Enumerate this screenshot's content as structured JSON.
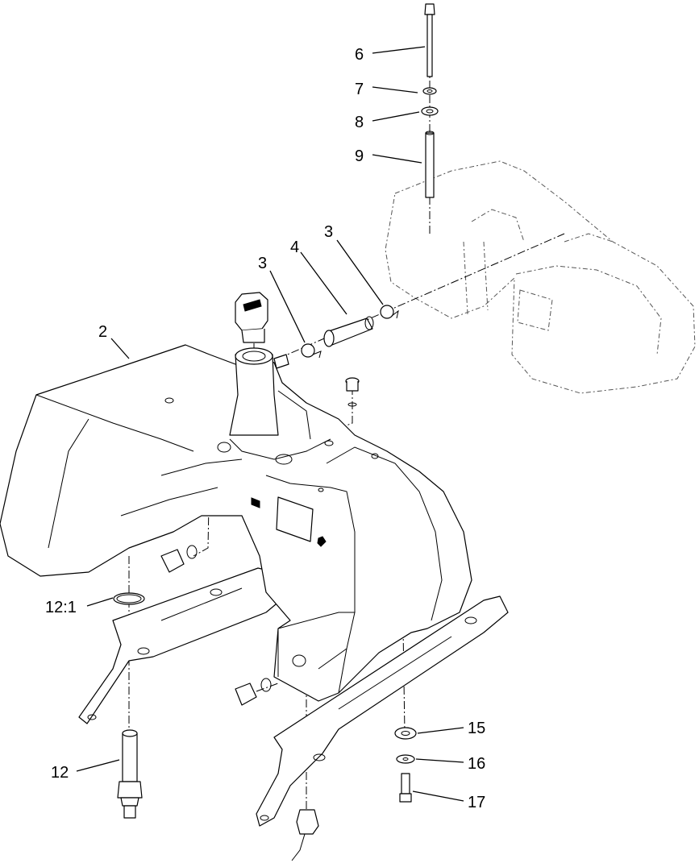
{
  "callouts": {
    "c6": "6",
    "c7": "7",
    "c8": "8",
    "c9": "9",
    "c3a": "3",
    "c4": "4",
    "c3b": "3",
    "c2": "2",
    "c12_1": "12:1",
    "c12": "12",
    "c15": "15",
    "c16": "16",
    "c17": "17"
  }
}
